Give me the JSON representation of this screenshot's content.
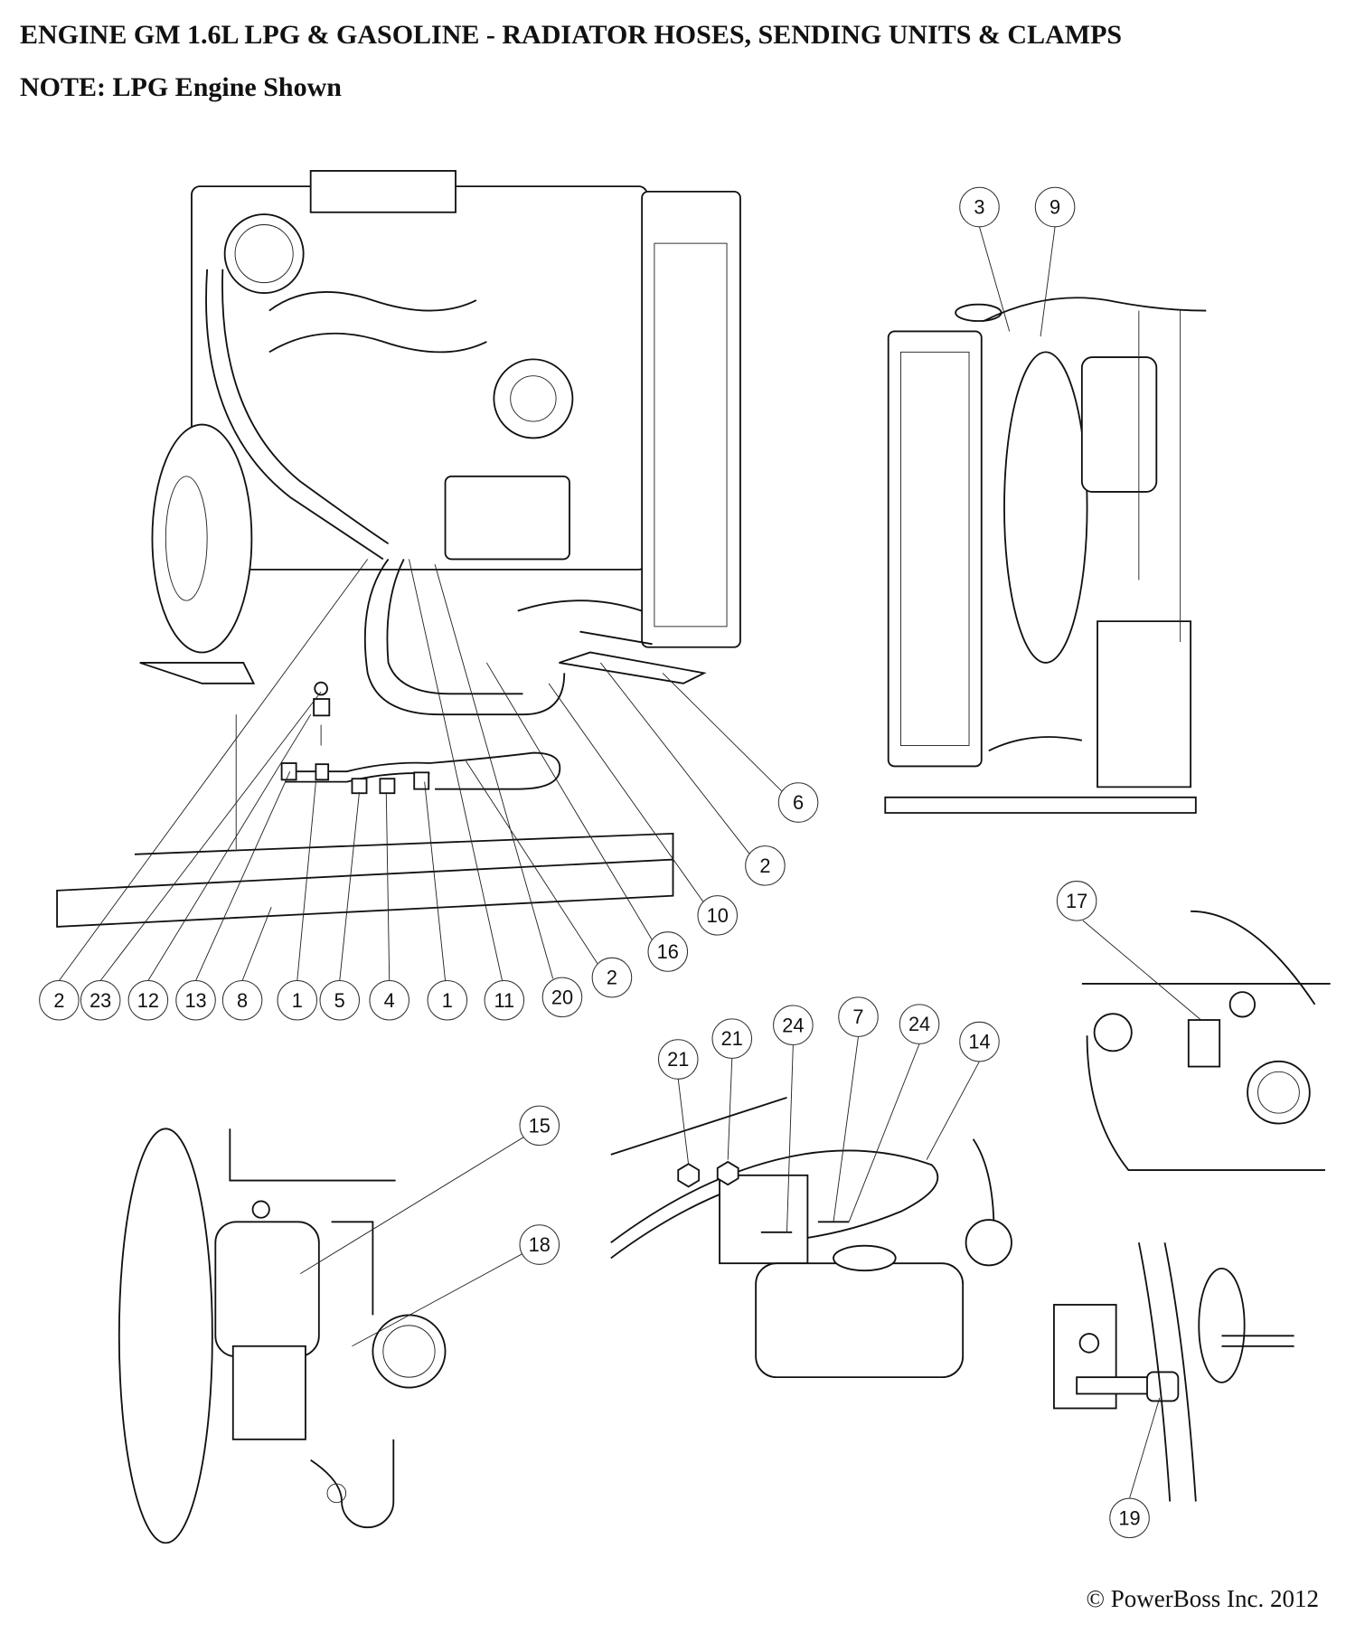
{
  "header": {
    "title": "ENGINE GM 1.6L LPG & GASOLINE - RADIATOR HOSES, SENDING UNITS & CLAMPS",
    "note": "NOTE:   LPG Engine Shown"
  },
  "callouts": [
    "3",
    "9",
    "6",
    "2",
    "10",
    "16",
    "2",
    "20",
    "11",
    "1",
    "4",
    "5",
    "1",
    "8",
    "13",
    "12",
    "23",
    "2",
    "17",
    "21",
    "21",
    "24",
    "7",
    "24",
    "14",
    "15",
    "18",
    "19"
  ],
  "footer": {
    "copyright": "© PowerBoss Inc. 2012"
  }
}
